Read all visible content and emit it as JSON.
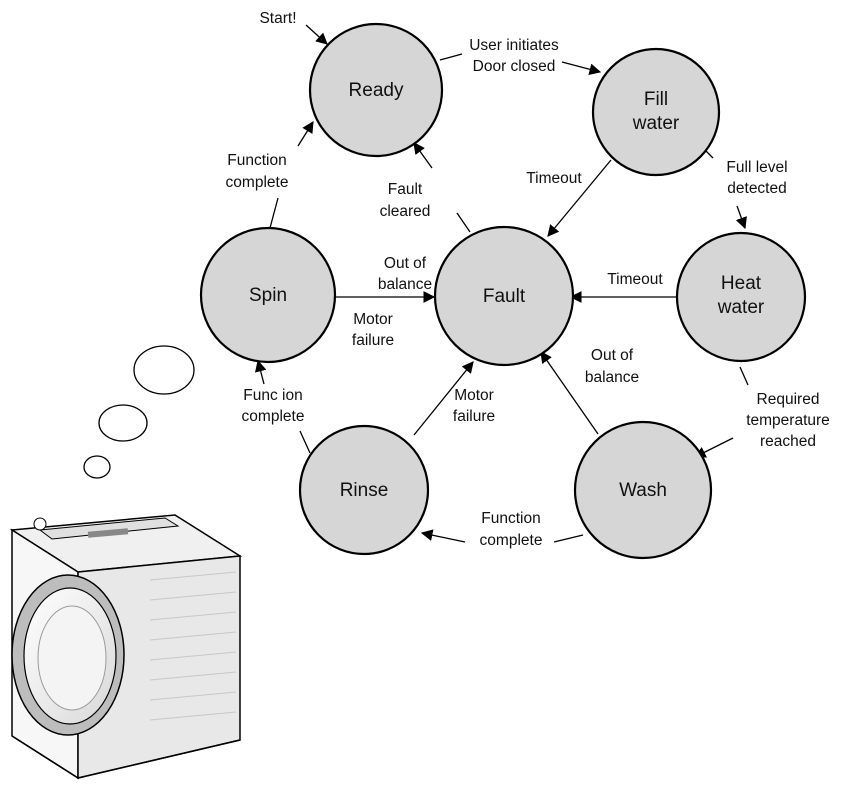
{
  "states": {
    "ready": "Ready",
    "fill": [
      "Fill",
      "water"
    ],
    "heat": [
      "Heat",
      "water"
    ],
    "wash": "Wash",
    "rinse": "Rinse",
    "spin": "Spin",
    "fault": "Fault"
  },
  "transitions": {
    "start": [
      "Start!"
    ],
    "ready_to_fill": [
      "User initiates",
      "Door closed"
    ],
    "fill_to_heat": [
      "Full level",
      "detected"
    ],
    "fill_to_fault": [
      "Timeout"
    ],
    "heat_to_fault": [
      "Timeout"
    ],
    "heat_to_wash": [
      "Required",
      "temperature",
      "reached"
    ],
    "wash_to_fault": [
      "Out of",
      "balance"
    ],
    "wash_to_rinse": [
      "Function",
      "complete"
    ],
    "rinse_to_fault": [
      "Motor",
      "failure"
    ],
    "rinse_to_spin": [
      "Func ion",
      "complete"
    ],
    "spin_to_fault_balance": [
      "Out of",
      "balance"
    ],
    "spin_to_fault_motor": [
      "Motor",
      "failure"
    ],
    "spin_to_ready": [
      "Function",
      "complete"
    ],
    "fault_to_ready": [
      "Fault",
      "cleared"
    ]
  },
  "illustration": {
    "subject": "washing-machine",
    "thought_bubbles": 3,
    "colors": {
      "body": "#f2f2f2",
      "outline": "#000000",
      "state_fill": "#d6d6d6"
    }
  }
}
